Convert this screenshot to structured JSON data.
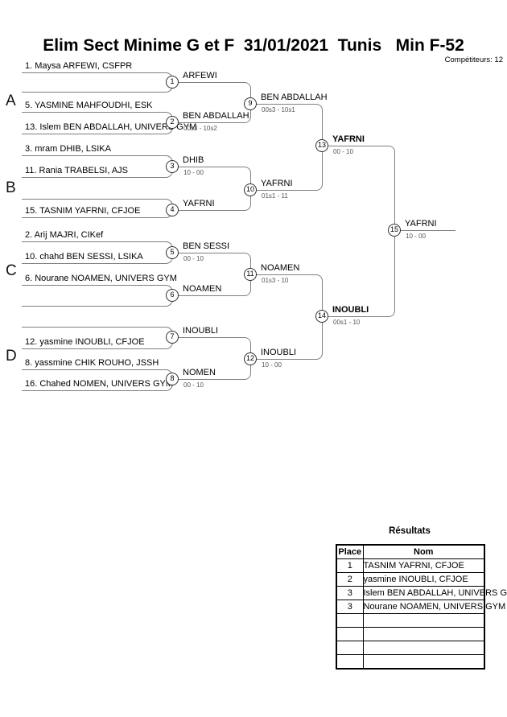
{
  "header": {
    "title": "Elim Sect Minime G et F  31/01/2021  Tunis   Min F-52",
    "competitors_label": "Compétiteurs: 12"
  },
  "bracket": {
    "sections": [
      "A",
      "B",
      "C",
      "D"
    ],
    "slots": [
      "1. Maysa ARFEWI, CSFPR",
      "",
      "5. YASMINE MAHFOUDHI, ESK",
      "13. Islem BEN ABDALLAH, UNIVERS GYM",
      "3. mram DHIB, LSIKA",
      "11. Rania TRABELSI, AJS",
      "",
      "15. TASNIM YAFRNI, CFJOE",
      "2. Arij MAJRI, CIKef",
      "10. chahd BEN SESSI, LSIKA",
      "6. Nourane NOAMEN, UNIVERS GYM",
      "",
      "",
      "12. yasmine INOUBLI, CFJOE",
      "8. yassmine CHIK ROUHO, JSSH",
      "16. Chahed NOMEN, UNIVERS GYM"
    ],
    "matches": [
      {
        "num": "1",
        "winner": "ARFEWI",
        "score": ""
      },
      {
        "num": "2",
        "winner": "BEN ABDALLAH",
        "score": "00s3 - 10s2"
      },
      {
        "num": "3",
        "winner": "DHIB",
        "score": "10 - 00"
      },
      {
        "num": "4",
        "winner": "YAFRNI",
        "score": ""
      },
      {
        "num": "5",
        "winner": "BEN SESSI",
        "score": "00 - 10"
      },
      {
        "num": "6",
        "winner": "NOAMEN",
        "score": ""
      },
      {
        "num": "7",
        "winner": "INOUBLI",
        "score": ""
      },
      {
        "num": "8",
        "winner": "NOMEN",
        "score": "00 - 10"
      },
      {
        "num": "9",
        "winner": "BEN ABDALLAH",
        "score": "00s3 - 10s1"
      },
      {
        "num": "10",
        "winner": "YAFRNI",
        "score": "01s1 - 11"
      },
      {
        "num": "11",
        "winner": "NOAMEN",
        "score": "01s3 - 10"
      },
      {
        "num": "12",
        "winner": "INOUBLI",
        "score": "10 - 00"
      },
      {
        "num": "13",
        "winner": "YAFRNI",
        "score": "00 - 10",
        "bold": true
      },
      {
        "num": "14",
        "winner": "INOUBLI",
        "score": "00s1 - 10",
        "bold": true
      },
      {
        "num": "15",
        "winner": "YAFRNI",
        "score": "10 - 00"
      }
    ]
  },
  "results": {
    "title": "Résultats",
    "columns": [
      "Place",
      "Nom"
    ],
    "rows": [
      {
        "place": "1",
        "name": "TASNIM YAFRNI, CFJOE"
      },
      {
        "place": "2",
        "name": "yasmine INOUBLI, CFJOE"
      },
      {
        "place": "3",
        "name": "Islem BEN ABDALLAH, UNIVERS GYM"
      },
      {
        "place": "3",
        "name": "Nourane NOAMEN, UNIVERS GYM"
      },
      {
        "place": "",
        "name": ""
      },
      {
        "place": "",
        "name": ""
      },
      {
        "place": "",
        "name": ""
      },
      {
        "place": "",
        "name": ""
      }
    ]
  }
}
